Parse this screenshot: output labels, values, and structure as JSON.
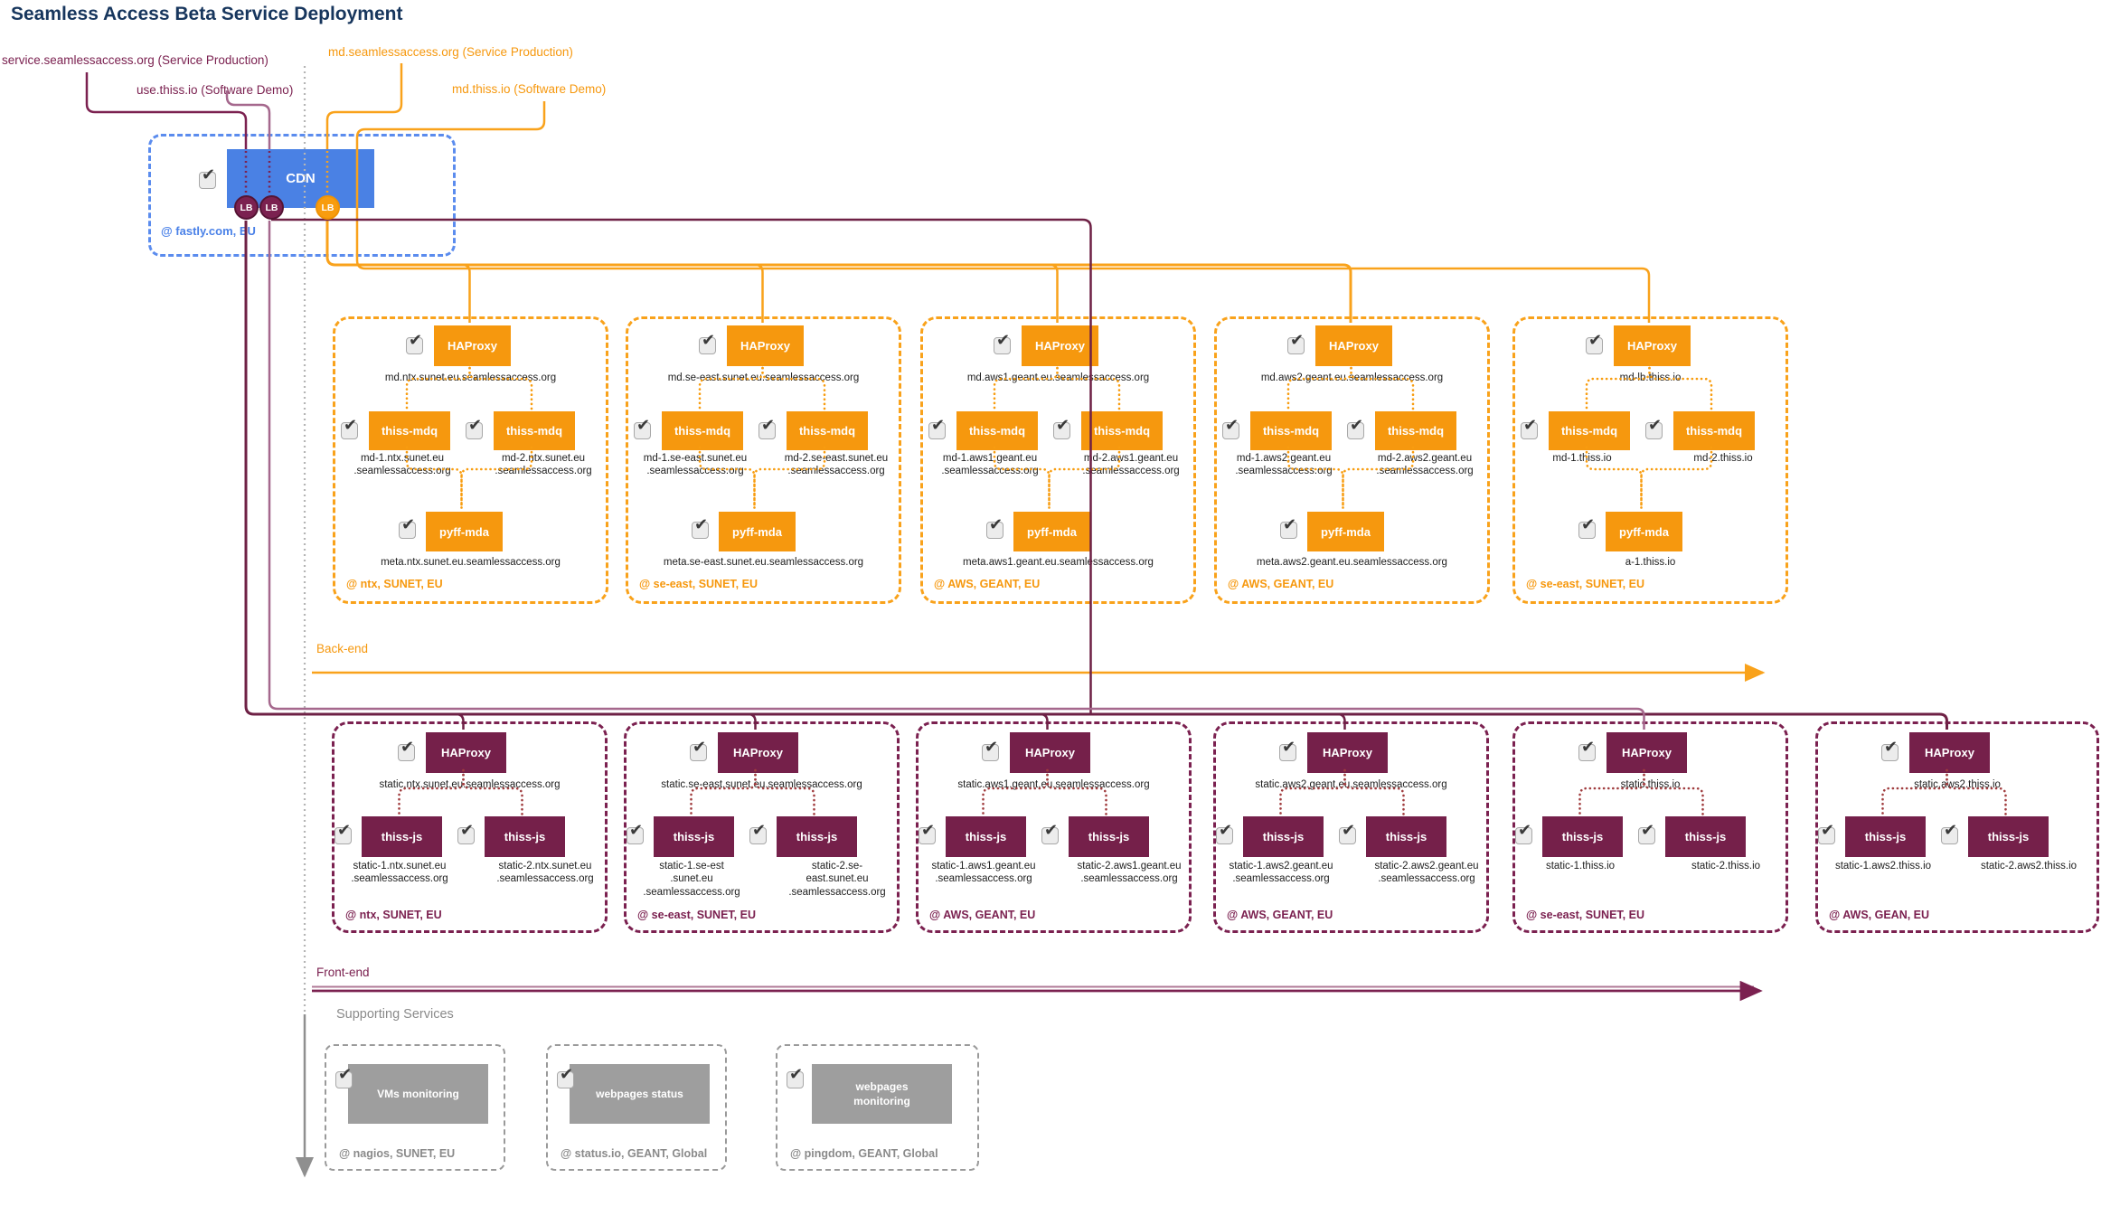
{
  "title": "Seamless Access Beta Service Deployment",
  "colors": {
    "frontend_accent": "#7b2150",
    "frontend_light": "#a5688d",
    "backend_accent": "#f89c0e",
    "cdn_blue": "#4a81e4",
    "navy_title": "#17365d",
    "supporting_gray": "#9e9e9e"
  },
  "top_labels": {
    "service_production_frontend": "service.seamlessaccess.org (Service Production)",
    "software_demo_frontend": "use.thiss.io (Software Demo)",
    "service_production_backend": "md.seamlessaccess.org (Service Production)",
    "software_demo_backend": "md.thiss.io (Software Demo)"
  },
  "labels": {
    "haproxy": "HAProxy",
    "mdq": "thiss-mdq",
    "js": "thiss-js",
    "pyff": "pyff-mda",
    "lb": "LB"
  },
  "cdn": {
    "name": "CDN",
    "location": "@ fastly.com, EU"
  },
  "backend": {
    "flow_label": "Back-end",
    "sites": [
      {
        "haproxy_host": "md.ntx.sunet.eu.seamlessaccess.org",
        "mdq1_host": "md-1.ntx.sunet.eu\n.seamlessaccess.org",
        "mdq2_host": "md-2.ntx.sunet.eu\n.seamlessaccess.org",
        "pyff_host": "meta.ntx.sunet.eu.seamlessaccess.org",
        "location": "@ ntx, SUNET, EU"
      },
      {
        "haproxy_host": "md.se-east.sunet.eu.seamlessaccess.org",
        "mdq1_host": "md-1.se-east.sunet.eu\n.seamlessaccess.org",
        "mdq2_host": "md-2.se-east.sunet.eu\n.seamlessaccess.org",
        "pyff_host": "meta.se-east.sunet.eu.seamlessaccess.org",
        "location": "@ se-east, SUNET, EU"
      },
      {
        "haproxy_host": "md.aws1.geant.eu.seamlessaccess.org",
        "mdq1_host": "md-1.aws1.geant.eu\n.seamlessaccess.org",
        "mdq2_host": "md-2.aws1.geant.eu\n.seamlessaccess.org",
        "pyff_host": "meta.aws1.geant.eu.seamlessaccess.org",
        "location": "@ AWS, GEANT, EU"
      },
      {
        "haproxy_host": "md.aws2.geant.eu.seamlessaccess.org",
        "mdq1_host": "md-1.aws2.geant.eu\n.seamlessaccess.org",
        "mdq2_host": "md-2.aws2.geant.eu\n.seamlessaccess.org",
        "pyff_host": "meta.aws2.geant.eu.seamlessaccess.org",
        "location": "@ AWS, GEANT, EU"
      },
      {
        "haproxy_host": "md-lb.thiss.io",
        "mdq1_host": "md-1.thiss.io",
        "mdq2_host": "md-2.thiss.io",
        "pyff_host": "a-1.thiss.io",
        "location": "@ se-east, SUNET, EU"
      }
    ]
  },
  "frontend": {
    "flow_label": "Front-end",
    "sites": [
      {
        "haproxy_host": "static.ntx.sunet.eu.seamlessaccess.org",
        "js1_host": "static-1.ntx.sunet.eu\n.seamlessaccess.org",
        "js2_host": "static-2.ntx.sunet.eu\n.seamlessaccess.org",
        "location": "@ ntx, SUNET, EU"
      },
      {
        "haproxy_host": "static.se-east.sunet.eu.seamlessaccess.org",
        "js1_host": "static-1.se-est\n.sunet.eu\n.seamlessaccess.org",
        "js2_host": "static-2.se-\neast.sunet.eu\n.seamlessaccess.org",
        "location": "@ se-east, SUNET, EU"
      },
      {
        "haproxy_host": "static.aws1.geant.eu.seamlessaccess.org",
        "js1_host": "static-1.aws1.geant.eu\n.seamlessaccess.org",
        "js2_host": "static-2.aws1.geant.eu\n.seamlessaccess.org",
        "location": "@ AWS, GEANT, EU"
      },
      {
        "haproxy_host": "static.aws2.geant.eu.seamlessaccess.org",
        "js1_host": "static-1.aws2.geant.eu\n.seamlessaccess.org",
        "js2_host": "static-2.aws2.geant.eu\n.seamlessaccess.org",
        "location": "@ AWS, GEANT, EU"
      },
      {
        "haproxy_host": "static.thiss.io",
        "js1_host": "static-1.thiss.io",
        "js2_host": "static-2.thiss.io",
        "location": "@ se-east, SUNET, EU"
      },
      {
        "haproxy_host": "static.aws2.thiss.io",
        "js1_host": "static-1.aws2.thiss.io",
        "js2_host": "static-2.aws2.thiss.io",
        "location": "@ AWS, GEAN, EU"
      }
    ]
  },
  "supporting": {
    "heading": "Supporting Services",
    "services": [
      {
        "label": "VMs monitoring",
        "location": "@ nagios, SUNET, EU"
      },
      {
        "label": "webpages status",
        "location": "@ status.io, GEANT, Global"
      },
      {
        "label": "webpages\nmonitoring",
        "location": "@ pingdom, GEANT, Global"
      }
    ]
  }
}
